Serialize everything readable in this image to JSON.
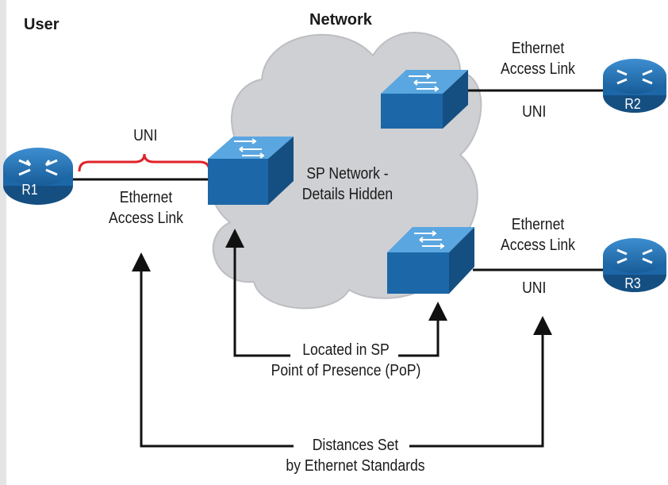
{
  "headers": {
    "user": "User",
    "network": "Network"
  },
  "routers": {
    "r1": "R1",
    "r2": "R2",
    "r3": "R3"
  },
  "uni": {
    "left": "UNI",
    "r2": "UNI",
    "r3": "UNI"
  },
  "links": {
    "left": {
      "line1": "Ethernet",
      "line2": "Access Link"
    },
    "r2": {
      "line1": "Ethernet",
      "line2": "Access Link"
    },
    "r3": {
      "line1": "Ethernet",
      "line2": "Access Link"
    }
  },
  "cloud": {
    "line1": "SP Network -",
    "line2": "Details Hidden"
  },
  "pop": {
    "line1": "Located in SP",
    "line2": "Point of Presence (PoP)"
  },
  "distances": {
    "line1": "Distances Set",
    "line2": "by Ethernet Standards"
  },
  "colors": {
    "router_blue": "#1f6fb0",
    "switch_blue": "#1c67a8",
    "cloud_gray": "#cfd0d3",
    "uni_brace_red": "#e0232b",
    "line_black": "#111111"
  },
  "icons": {
    "router": "router-icon",
    "switch": "switch-icon",
    "cloud": "cloud-icon",
    "brace": "curly-brace"
  }
}
